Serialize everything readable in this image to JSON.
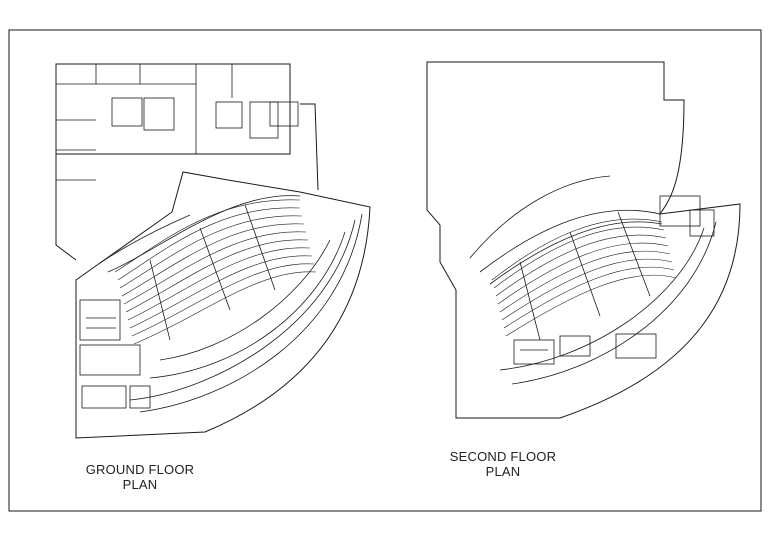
{
  "ground_floor": {
    "caption_line1": "GROUND FLOOR",
    "caption_line2": "PLAN"
  },
  "second_floor": {
    "caption_line1": "SECOND FLOOR",
    "caption_line2": "PLAN"
  },
  "colors": {
    "line": "#1a1a1a",
    "background": "#ffffff"
  }
}
